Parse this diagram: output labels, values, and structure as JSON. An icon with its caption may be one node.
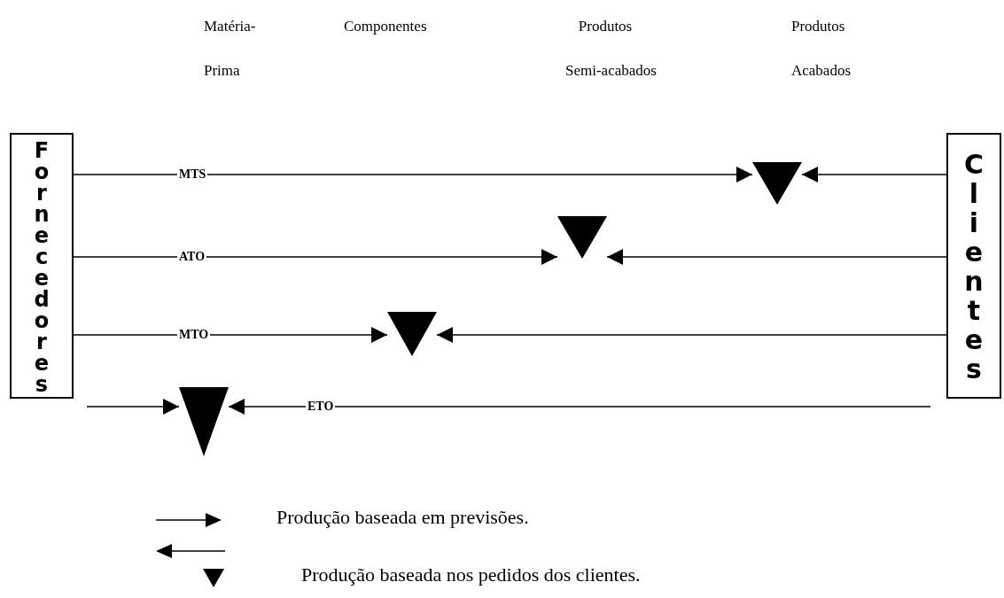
{
  "diagram": {
    "nodes": [
      {
        "text": [
          "Fornecedores"
        ]
      },
      {
        "text": [
          "Clientes"
        ]
      },
      {
        "text": [],
        "shape": "triangle"
      },
      {
        "text": [],
        "shape": "triangle"
      },
      {
        "text": [],
        "shape": "triangle"
      },
      {
        "text": [],
        "shape": "triangle"
      }
    ],
    "edges": [
      {
        "from": 0,
        "to": 2,
        "arrow": "to",
        "label": "MTS"
      },
      {
        "from": 1,
        "to": 2,
        "arrow": "to"
      },
      {
        "from": 0,
        "to": 3,
        "arrow": "to",
        "label": "ATO"
      },
      {
        "from": 1,
        "to": 3,
        "arrow": "to"
      },
      {
        "from": 0,
        "to": 4,
        "arrow": "to",
        "label": "MTO"
      },
      {
        "from": 1,
        "to": 4,
        "arrow": "to"
      },
      {
        "from": null,
        "to": 5,
        "arrow": "to"
      },
      {
        "from": null,
        "to": 5,
        "arrow": "to",
        "label": "ETO"
      }
    ],
    "labels": [
      "Matéria-Prima",
      "Componentes",
      "Produtos Semi-acabados",
      "Produtos Acabados"
    ],
    "legend": [
      {
        "text": "Produção baseada em previsões."
      },
      {
        "text": "Produção baseada nos pedidos dos clientes."
      }
    ]
  }
}
